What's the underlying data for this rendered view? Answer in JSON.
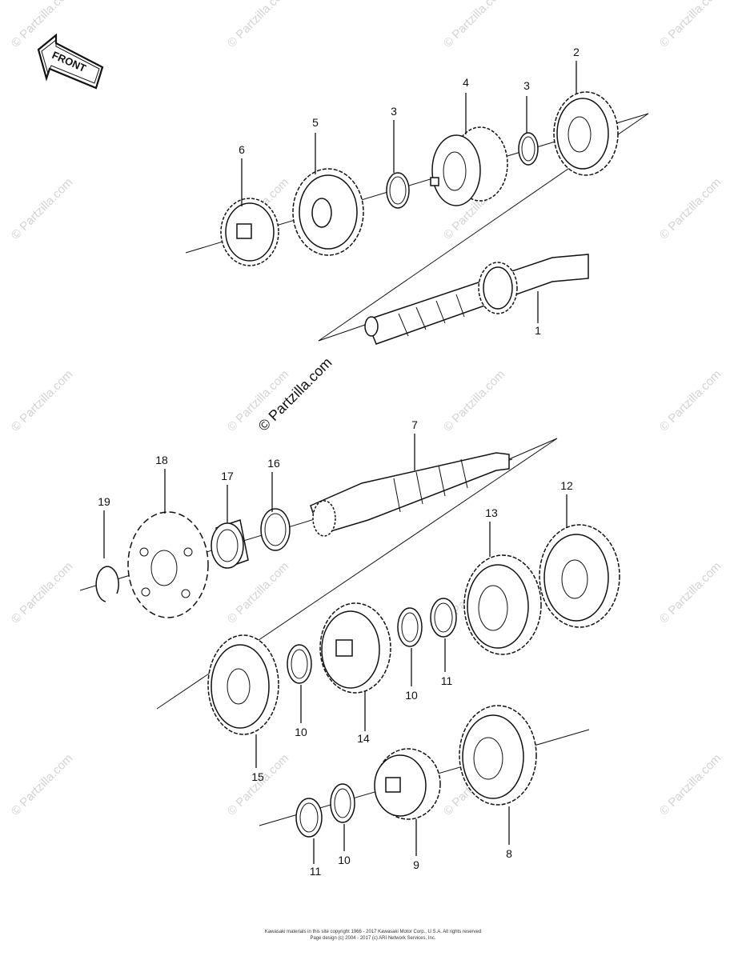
{
  "front_label": "FRONT",
  "watermark": "© Partzilla.com",
  "footer": {
    "line1": "Kawasaki materials in this site copyright 1966 - 2017 Kawasaki Motor Corp., U.S.A. All rights reserved",
    "line2": "Page design (c) 2004 - 2017 (c) ARI Network Services, Inc."
  },
  "callouts": {
    "c1": "1",
    "c2": "2",
    "c3a": "3",
    "c3b": "3",
    "c4": "4",
    "c5": "5",
    "c6": "6",
    "c7": "7",
    "c8": "8",
    "c9": "9",
    "c10a": "10",
    "c10b": "10",
    "c10c": "10",
    "c11a": "11",
    "c11b": "11",
    "c12": "12",
    "c13": "13",
    "c14": "14",
    "c15": "15",
    "c16": "16",
    "c17": "17",
    "c18": "18",
    "c19": "19"
  },
  "colors": {
    "ink": "#111111",
    "watermark": "#d4d4d4",
    "background": "#ffffff"
  }
}
